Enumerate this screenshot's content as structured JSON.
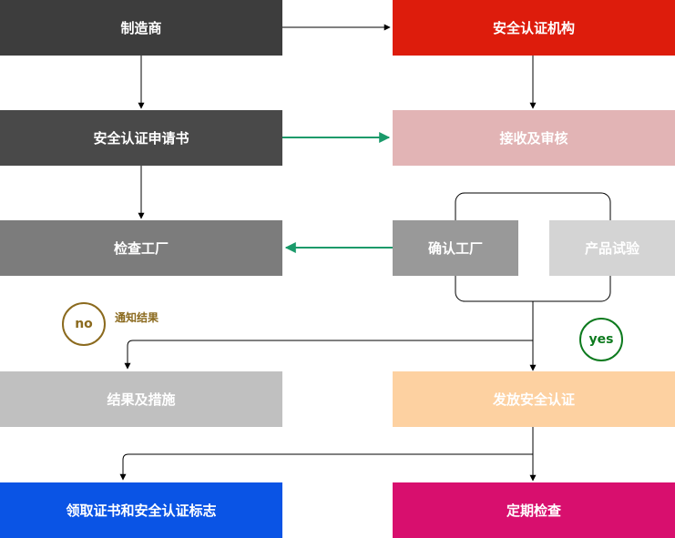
{
  "nodes": {
    "manufacturer": {
      "label": "制造商",
      "color": "#3d3d3d"
    },
    "cert_body": {
      "label": "安全认证机构",
      "color": "#dd1c0c"
    },
    "application": {
      "label": "安全认证申请书",
      "color": "#494949"
    },
    "receive_review": {
      "label": "接收及审核",
      "color": "#e2b4b5"
    },
    "inspect_factory": {
      "label": "检查工厂",
      "color": "#7c7c7c"
    },
    "confirm_factory": {
      "label": "确认工厂",
      "color": "#999999"
    },
    "product_test": {
      "label": "产品试验",
      "color": "#d4d4d4"
    },
    "results_measures": {
      "label": "结果及措施",
      "color": "#c0c0c0"
    },
    "issue_cert": {
      "label": "发放安全认证",
      "color": "#fdd1a1"
    },
    "receive_cert_mark": {
      "label": "领取证书和安全认证标志",
      "color": "#0a54e5"
    },
    "periodic_check": {
      "label": "定期检查",
      "color": "#d80f6e"
    }
  },
  "badges": {
    "no": {
      "label": "no",
      "color": "#8b6a1e"
    },
    "yes": {
      "label": "yes",
      "color": "#0d7a1e"
    }
  },
  "notes": {
    "notify_result": {
      "label": "通知结果",
      "color": "#8b6a1e"
    }
  },
  "edge_colors": {
    "default": "#000000",
    "highlight": "#1a9a6a"
  }
}
